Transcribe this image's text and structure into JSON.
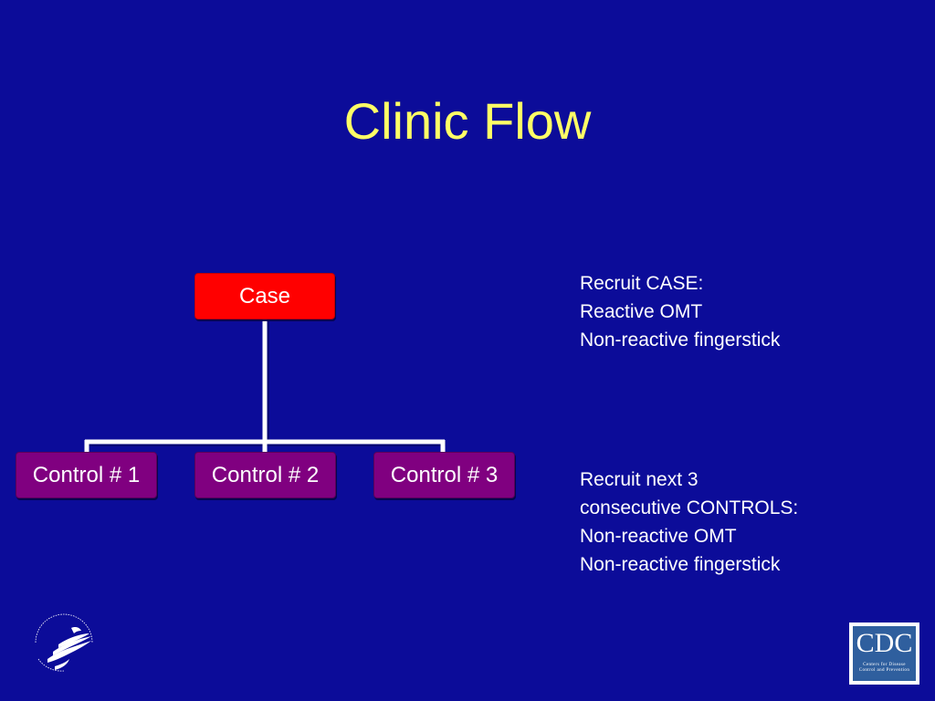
{
  "slide": {
    "title": "Clinic Flow",
    "colors": {
      "background": "#0c0c99",
      "title": "#ffff66",
      "case_node": "#ff0000",
      "control_node": "#800080",
      "connector": "#ffffff"
    }
  },
  "diagram": {
    "root": {
      "label": "Case"
    },
    "children": [
      {
        "label": "Control # 1"
      },
      {
        "label": "Control # 2"
      },
      {
        "label": "Control # 3"
      }
    ]
  },
  "notes": {
    "case": {
      "lines": [
        "Recruit CASE:",
        "Reactive OMT",
        "Non-reactive fingerstick"
      ]
    },
    "controls": {
      "lines": [
        "Recruit next 3",
        "consecutive CONTROLS:",
        "Non-reactive OMT",
        "Non-reactive fingerstick"
      ]
    }
  },
  "logos": {
    "hhs": {
      "icon": "hhs-eagle-seal"
    },
    "cdc": {
      "icon": "cdc-logo",
      "letters": "CDC",
      "subtext_line1": "Centers for Disease",
      "subtext_line2": "Control and Prevention"
    }
  }
}
